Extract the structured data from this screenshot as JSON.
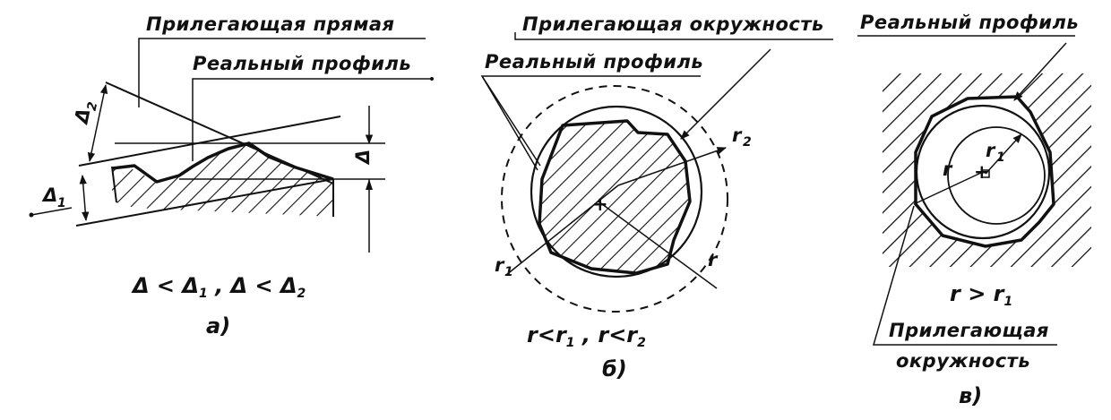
{
  "panels": {
    "a": {
      "label_adjacent_line": "Прилегающая прямая",
      "label_real_profile": "Реальный профиль",
      "sym_delta": "Δ",
      "sym_delta1": "Δ",
      "sym_delta1_sub": "1",
      "sym_delta2": "Δ",
      "sym_delta2_sub": "2",
      "condition": "Δ < Δ",
      "condition_sub1": "1",
      "condition_sep": " ,  Δ < Δ",
      "condition_sub2": "2",
      "caption": "а)"
    },
    "b": {
      "label_adjacent_circle": "Прилегающая окружность",
      "label_real_profile": "Реальный профиль",
      "sym_r": "r",
      "sym_r1": "r",
      "sym_r1_sub": "1",
      "sym_r2": "r",
      "sym_r2_sub": "2",
      "condition": "r<r",
      "condition_sub1": "1",
      "condition_sep": " ,   r<r",
      "condition_sub2": "2",
      "caption": "б)"
    },
    "c": {
      "label_real_profile": "Реальный профиль",
      "sym_r": "r",
      "sym_r1": "r",
      "sym_r1_sub": "1",
      "condition": "r > r",
      "condition_sub1": "1",
      "label_adjacent_1": "Прилегающая",
      "label_adjacent_2": "окружность",
      "caption": "в)"
    }
  }
}
